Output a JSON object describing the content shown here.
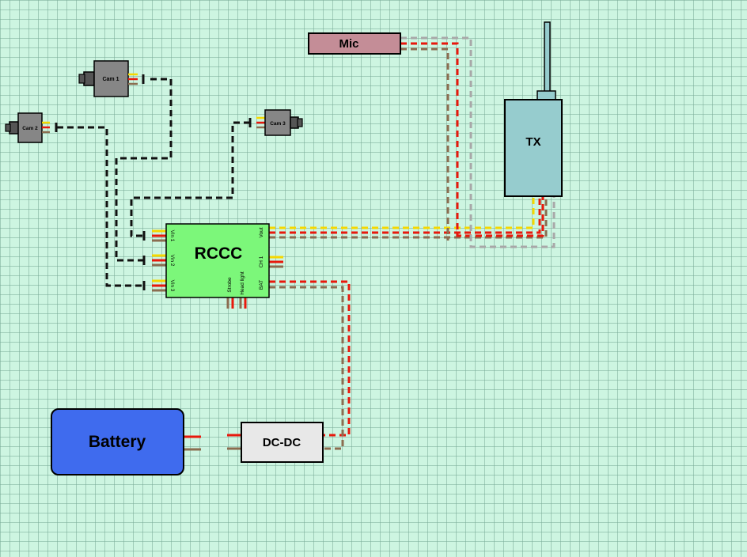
{
  "colors": {
    "background": "#cdf5e1",
    "rccc": "#7cf77a",
    "tx": "#96ccce",
    "mic": "#c48d97",
    "battery": "#3f6bee",
    "dcdc": "#e8e8e8",
    "camera": "#868686",
    "wire_red": "#e8180c",
    "wire_yellow": "#f5d800",
    "wire_brown": "#8b6d50",
    "wire_gray": "#a8a8a8",
    "wire_black": "#111111"
  },
  "components": {
    "rccc": {
      "label": "RCCC"
    },
    "tx": {
      "label": "TX"
    },
    "mic": {
      "label": "Mic"
    },
    "battery": {
      "label": "Battery"
    },
    "dcdc": {
      "label": "DC-DC"
    },
    "cam1": {
      "label": "Cam 1"
    },
    "cam2": {
      "label": "Cam 2"
    },
    "cam3": {
      "label": "Cam 3"
    }
  },
  "rccc_pins": {
    "vin1": "Vin 1",
    "vin2": "Vin 2",
    "vin3": "Vin 3",
    "vout": "Vout",
    "ch1": "CH 1",
    "bat": "BAT",
    "strobe": "Strobe",
    "head_light": "Head light"
  }
}
